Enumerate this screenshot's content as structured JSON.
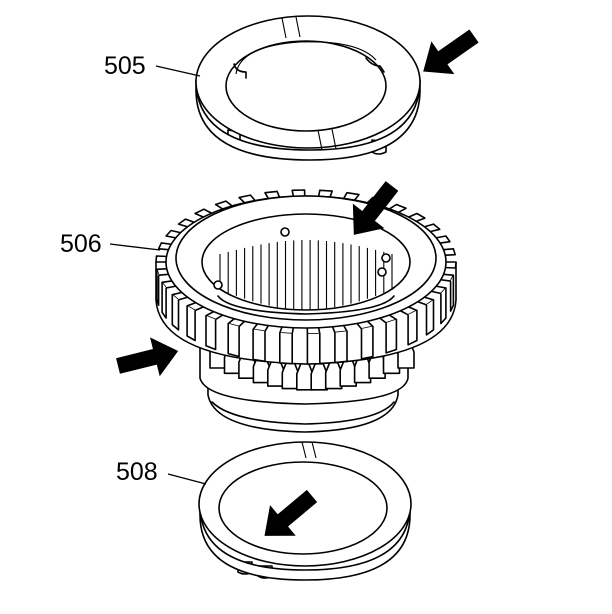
{
  "callouts": {
    "upper_ring": "505",
    "gear": "506",
    "lower_ring": "508"
  },
  "colors": {
    "line": "#000000",
    "background": "#ffffff"
  },
  "icons": {
    "pointer": "arrow-icon"
  }
}
